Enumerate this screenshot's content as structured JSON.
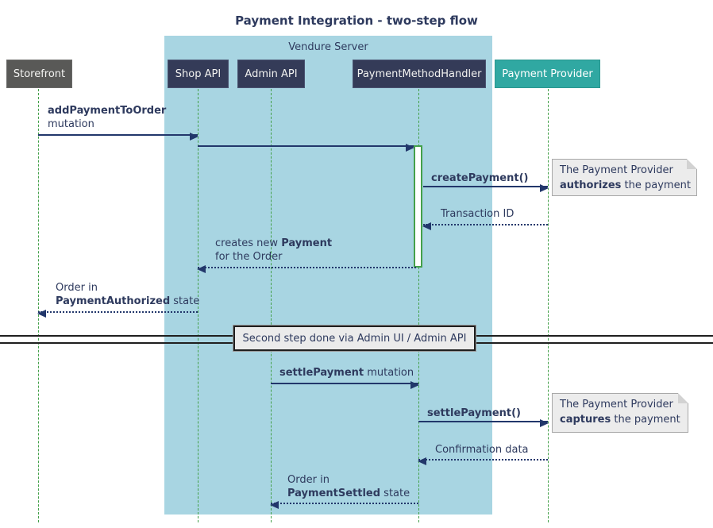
{
  "title": "Payment Integration - two-step flow",
  "frame": {
    "label": "Vendure Server"
  },
  "participants": [
    {
      "id": "storefront",
      "label": "Storefront"
    },
    {
      "id": "shop-api",
      "label": "Shop API"
    },
    {
      "id": "admin-api",
      "label": "Admin API"
    },
    {
      "id": "payment-method-handler",
      "label": "PaymentMethodHandler"
    },
    {
      "id": "payment-provider",
      "label": "Payment Provider"
    }
  ],
  "messages": {
    "m1": {
      "bold": "addPaymentToOrder",
      "rest": "mutation"
    },
    "m3": {
      "bold": "createPayment()"
    },
    "m4": {
      "text": "Transaction ID"
    },
    "m5": {
      "pre": "creates new ",
      "bold": "Payment",
      "line2": "for the Order"
    },
    "m6": {
      "line1": "Order in",
      "bold": "PaymentAuthorized",
      "rest": " state"
    },
    "m7": {
      "bold": "settlePayment",
      "rest": " mutation"
    },
    "m8": {
      "bold": "settlePayment()"
    },
    "m9": {
      "text": "Confirmation data"
    },
    "m10": {
      "line1": "Order in",
      "bold": "PaymentSettled",
      "rest": " state"
    }
  },
  "divider": {
    "text": "Second step done via Admin UI / Admin API"
  },
  "notes": [
    {
      "line1": "The Payment Provider",
      "bold": "authorizes",
      "rest": " the payment"
    },
    {
      "line1": "The Payment Provider",
      "bold": "captures",
      "rest": " the payment"
    }
  ],
  "colors": {
    "frame_bg": "#a8d5e2",
    "participant_bg": "#343b58",
    "provider_bg": "#30a8a2",
    "storefront_bg": "#595957",
    "lifeline_green": "#44a04a",
    "arrow_navy": "#22376b",
    "text_navy": "#2e3a5e",
    "note_bg": "#ececec"
  }
}
